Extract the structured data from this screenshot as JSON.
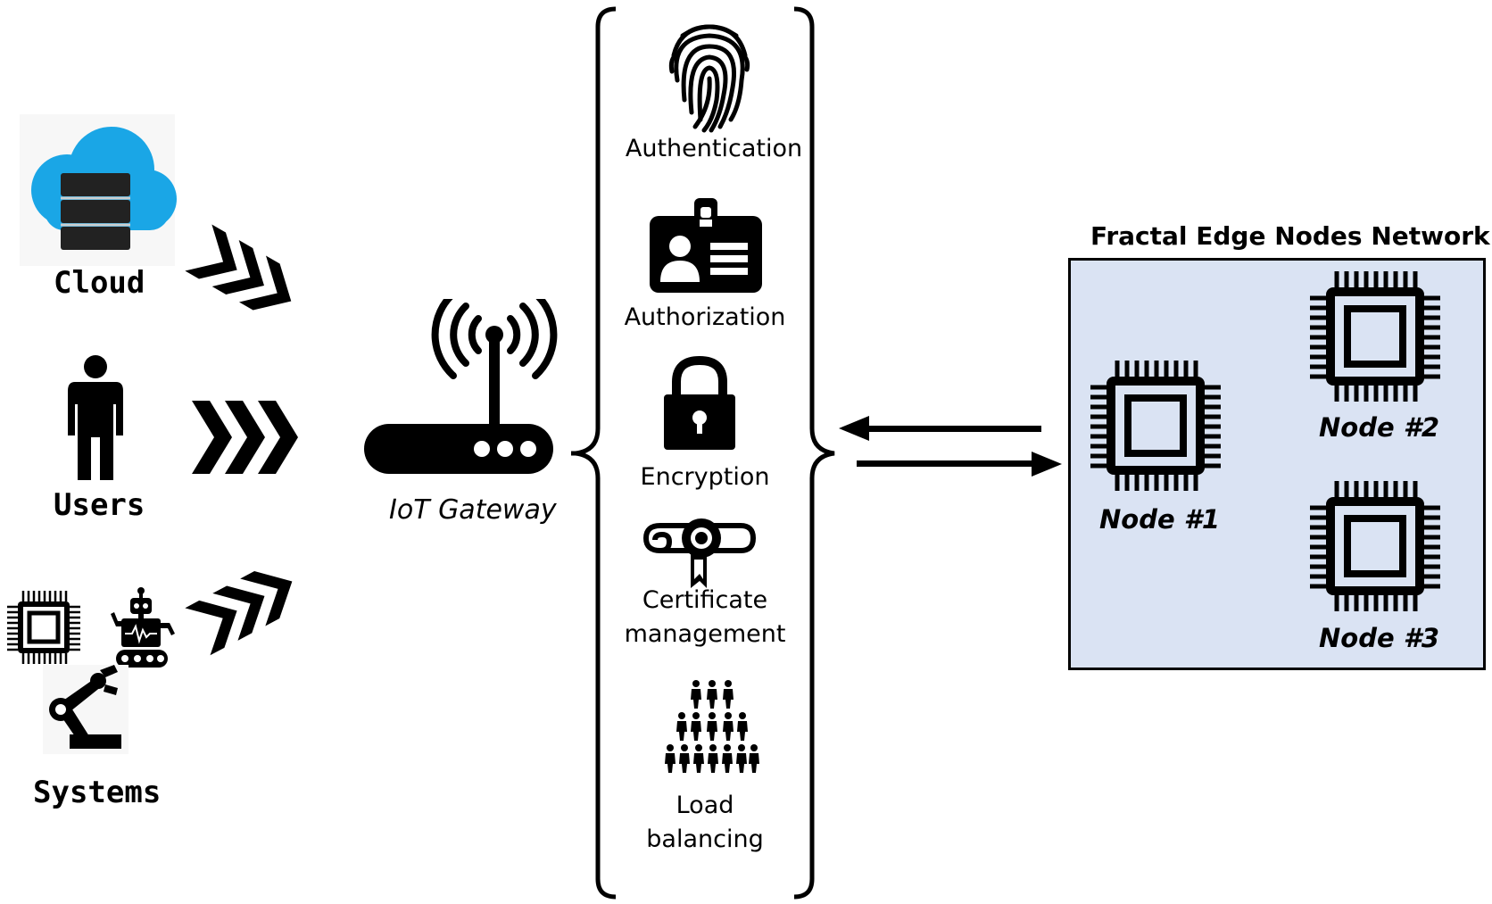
{
  "sources": {
    "cloud": "Cloud",
    "users": "Users",
    "systems": "Systems"
  },
  "gateway": {
    "label": "IoT Gateway"
  },
  "security_functions": [
    {
      "label": "Authentication",
      "icon": "fingerprint-icon"
    },
    {
      "label": "Authorization",
      "icon": "id-card-icon"
    },
    {
      "label": "Encryption",
      "icon": "padlock-icon"
    },
    {
      "label": "Certificate\nmanagement",
      "icon": "certificate-icon"
    },
    {
      "label": "Load\nbalancing",
      "icon": "people-pyramid-icon"
    }
  ],
  "network": {
    "title": "Fractal Edge Nodes Network",
    "nodes": [
      "Node #1",
      "Node #2",
      "Node #3"
    ],
    "background": "#dae3f3"
  },
  "colors": {
    "cloud_blue": "#1aa6e6",
    "ink": "#000000"
  }
}
